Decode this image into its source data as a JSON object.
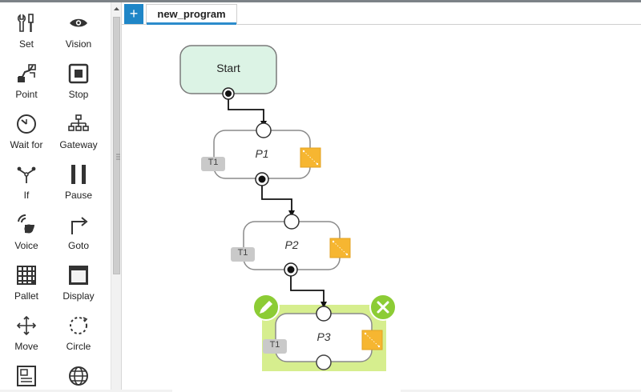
{
  "sidebar": {
    "tools": [
      {
        "label": "Set",
        "icon": "wrench-screwdriver-icon"
      },
      {
        "label": "Vision",
        "icon": "eye-icon"
      },
      {
        "label": "Point",
        "icon": "point-icon"
      },
      {
        "label": "Stop",
        "icon": "stop-icon"
      },
      {
        "label": "Wait for",
        "icon": "clock-icon"
      },
      {
        "label": "Gateway",
        "icon": "org-chart-icon"
      },
      {
        "label": "If",
        "icon": "branch-icon"
      },
      {
        "label": "Pause",
        "icon": "pause-icon"
      },
      {
        "label": "Voice",
        "icon": "voice-icon"
      },
      {
        "label": "Goto",
        "icon": "goto-arrow-icon"
      },
      {
        "label": "Pallet",
        "icon": "grid-icon"
      },
      {
        "label": "Display",
        "icon": "display-icon"
      },
      {
        "label": "Move",
        "icon": "move-cross-icon"
      },
      {
        "label": "Circle",
        "icon": "circle-dashed-icon"
      },
      {
        "label": "",
        "icon": "document-icon"
      },
      {
        "label": "",
        "icon": "globe-icon"
      }
    ]
  },
  "tabs": {
    "add_label": "+",
    "items": [
      {
        "label": "new_program"
      }
    ]
  },
  "flow": {
    "start_label": "Start",
    "nodes": [
      {
        "label": "P1",
        "tag": "T1"
      },
      {
        "label": "P2",
        "tag": "T1"
      },
      {
        "label": "P3",
        "tag": "T1",
        "selected": true
      }
    ]
  },
  "colors": {
    "accent": "#1f86c7",
    "start_fill": "#dcf3e5",
    "selection_fill": "#d6ee8e",
    "selection_button": "#8ccc35",
    "badge": "#c9c9c9",
    "point_icon": "#f6b631"
  }
}
